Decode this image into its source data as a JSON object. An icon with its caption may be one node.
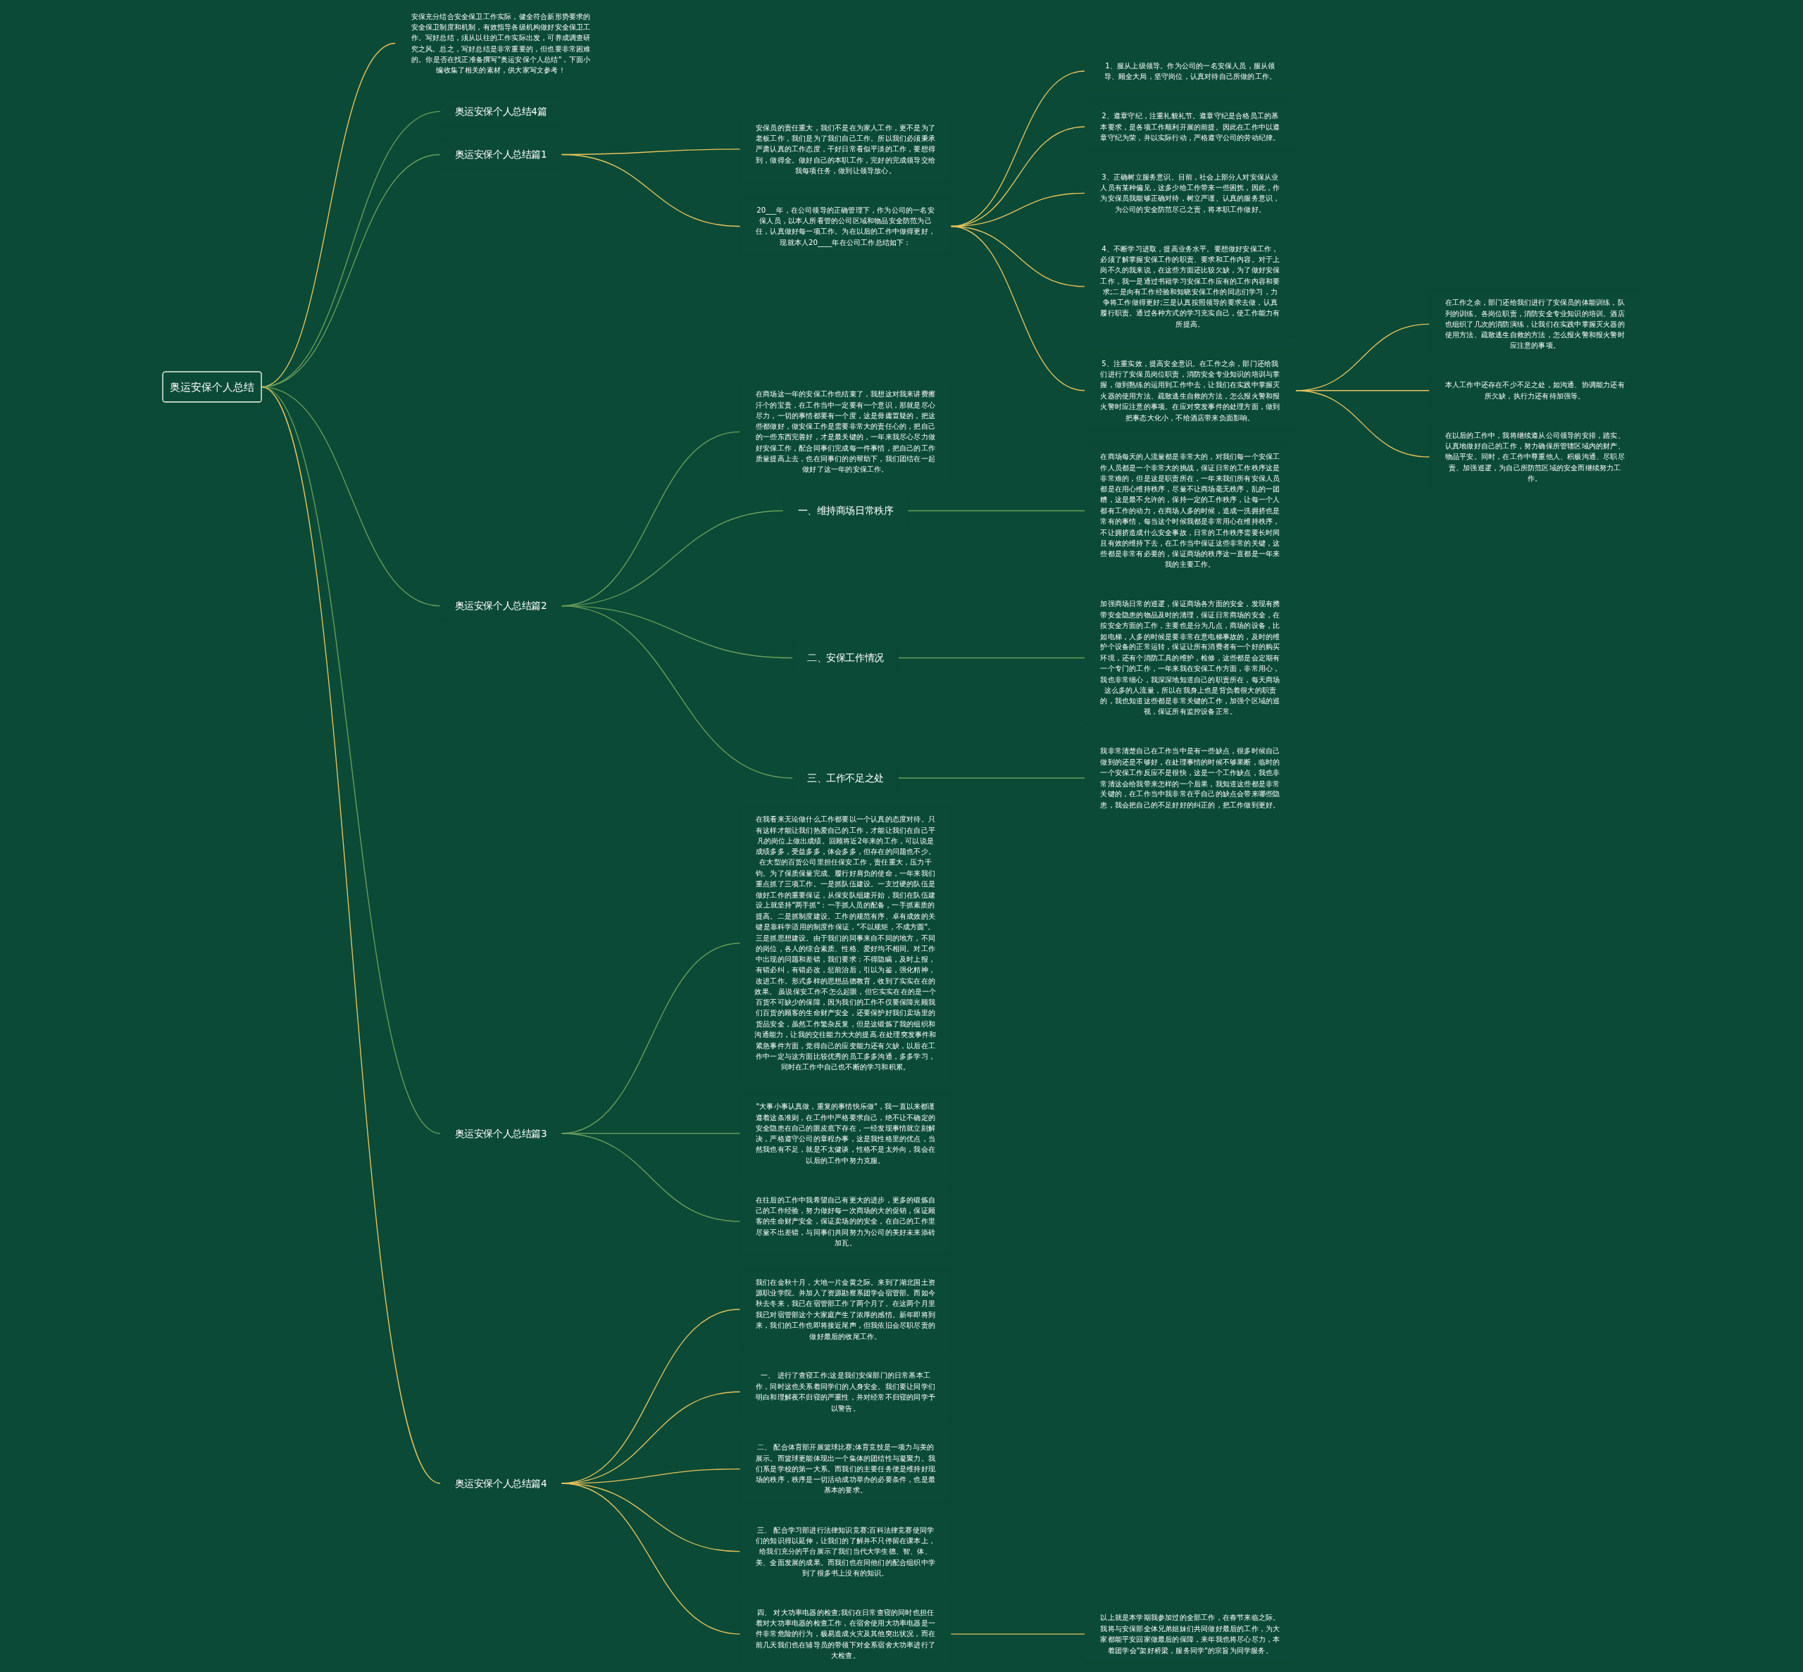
{
  "diagram": {
    "nodes": [
      {
        "text": [
          "奥运安保个人总结"
        ]
      },
      {
        "text": [
          "安保充分结合安全保卫工作实际，健全符合新形势要求的安全保卫制度和机制，有效指导各级机构做好安全保卫工作。写好总结，须从以往的工作实际出发，可养成调查研究之风。总之，写好总结是非常重要的，但也要非常困难的。你是否在找正准备撰写\"奥运安保个人总结\"，下面小编收集了相关的素材，供大家写文参考！"
        ]
      },
      {
        "text": [
          "奥运安保个人总结4篇"
        ]
      },
      {
        "text": [
          "奥运安保个人总结篇1"
        ]
      },
      {
        "text": [
          "安保员的责任重大，我们不是在为家人工作，更不是为了老板工作，我们是为了我们自己工作。所以我们必须秉承严肃认真的工作态度，干好日常看似平淡的工作，要想得到，做得全。做好自己的本职工作，完好的完成领导交给我每项任务，做到让领导放心。"
        ]
      },
      {
        "text": [
          "20___年，在公司领导的正确管理下，作为公司的一名安保人员，以本人所看管的公司区域和物品安全防范为己任，认真做好每一项工作。为在以后的工作中做得更好，现就本人20____年在公司工作总结如下："
        ]
      },
      {
        "text": [
          "1、服从上级领导。作为公司的一名安保人员，服从领导、顾全大局，坚守岗位，认真对待自己所做的工作。"
        ]
      },
      {
        "text": [
          "2、遵章守纪，注重礼貌礼节。遵章守纪是合格员工的基本要求，是各项工作顺利开展的前提。因此在工作中以遵章守纪为荣，并以实际行动，严格遵守公司的劳动纪律。"
        ]
      },
      {
        "text": [
          "3、正确树立服务意识。目前，社会上部分人对安保从业人员有某种偏见，这多少给工作带来一些困扰，因此，作为安保员我能够正确对待，树立严谨、认真的服务意识，为公司的安全防范尽己之责，将本职工作做好。"
        ]
      },
      {
        "text": [
          "4、不断学习进取，提高业务水平。要想做好安保工作，必须了解掌握安保工作的职责、要求和工作内容。对于上岗不久的我来说，在这些方面还比较欠缺，为了做好安保工作，我一是通过书籍学习安保工作应有的工作内容和要求;二是向有工作经验和知晓安保工作的同志们学习，力争将工作做得更好;三是认真按照领导的要求去做，认真履行职责。通过各种方式的学习充实自己，使工作能力有所提高。"
        ]
      },
      {
        "text": [
          "5、注重实效，提高安全意识。在工作之余，部门还给我们进行了安保员岗位职责，消防安全专业知识的培训与掌握，做到熟练的运用到工作中去，让我们在实践中掌握灭火器的使用方法、疏散逃生自救的方法，怎么报火警和报火警时应注意的事项。在应对突发事件的处理方面，做到把事态大化小，不给酒店带来负面影响。"
        ]
      },
      {
        "text": [
          "在工作之余，部门还给我们进行了安保员的体能训练，队列的训练。各岗位职责，消防安全专业知识的培训。酒店也组织了几次的消防演练，让我们在实践中掌握灭火器的使用方法、疏散逃生自救的方法，怎么报火警和报火警时应注意的事项。"
        ]
      },
      {
        "text": [
          "本人工作中还存在不少不足之处，如沟通、协调能力还有所欠缺，执行力还有待加强等。"
        ]
      },
      {
        "text": [
          "在以后的工作中，我将继续遵从公司领导的安排，踏实、认真地做好自己的工作，努力确保所管辖区域内的财产、物品平安。同时，在工作中尊重他人、积极沟通、尽职尽责、加强巡逻，为自己所防范区域的安全而继续努力工作。"
        ]
      },
      {
        "text": [
          "奥运安保个人总结篇2"
        ]
      },
      {
        "text": [
          "在商场这一年的安保工作也结束了，我想这对我来讲费擦汗个的宝贵，在工作当中一定要有一个意识，那就是尽心尽力，一切的事情都要有一个度，这是毋庸置疑的，把这些都做好，做安保工作是需要非常大的责任心的，把自己的一些东西完善好，才是最关键的，一年来我尽心尽力做好安保工作，配合同事们完成每一件事情，把自己的工作质量提高上去，也在同事们的的帮助下，我们团结在一起做好了这一年的安保工作。"
        ]
      },
      {
        "text": [
          "一、维持商场日常秩序"
        ]
      },
      {
        "text": [
          "在商场每天的人流量都是非常大的，对我们每一个安保工作人员都是一个非常大的挑战，保证日常的工作秩序这是非常难的，但是这是职责所在，一年来我们所有安保人员都是在用心维持秩序，尽量不让商场毫无秩序，乱的一团糟，这是最不允许的，保持一定的工作秩序，让每一个人都有工作的动力，在商场人多的时候，造成一洗拥挤也是常有的事情，每当这个时候我都是非常用心在维持秩序，不让拥挤造成什么安全事故，日常的工作秩序需要长时间且有效的维持下去，在工作当中保证这些非常的关键，这些都是非常有必要的，保证商场的秩序这一直都是一年来我的主要工作。"
        ]
      },
      {
        "text": [
          "二、安保工作情况"
        ]
      },
      {
        "text": [
          "加强商场日常的巡逻，保证商场各方面的安全，发现有携带安全隐患的物品及时的清理，保证日常商场的安全，在按安全方面的工作，主要也是分为几点，商场的设备，比如电梯，人多的时候是要非常在意电梯事故的，及时的维护个设备的正常运转，保证让所有消费者有一个好的购买环境，还有个消防工具的维护，检修，这些都是会定期有一个专门的工作，一年来我在安保工作方面，非常用心，我也非常细心，我深深地知道自己的职责所在，每天商场这么多的人流量，所以在我身上也是背负着很大的职责的，我也知道这些都是非常关键的工作，加强个区域的巡视，保证所有监控设备正常。"
        ]
      },
      {
        "text": [
          "三、工作不足之处"
        ]
      },
      {
        "text": [
          "我非常清楚自己在工作当中是有一些缺点，很多时候自己做到的还是不够好，在处理事情的时候不够果断，临时的一个安保工作反应不是很快，这是一个工作缺点，我也非常清这会给我带来怎样的一个后果，我知道这些都是非常关键的，在工作当中我非常在乎自己的缺点会带来哪些隐患，我会把自己的不足好好的纠正的，把工作做到更好。"
        ]
      },
      {
        "text": [
          "奥运安保个人总结篇3"
        ]
      },
      {
        "text": [
          "在我看来无论做什么工作都要以一个认真的态度对待。只有这样才能让我们热爱自己的工作，才能让我们在自己平凡的岗位上做出成绩。回顾将近2年来的工作，可以说是成绩多多，受益多多，体会多多，但存在的问题也不少。在大型的百货公司里担任保安工作，责任重大，压力千钧。为了保质保量完成、履行好肩负的使命，一年来我们重点抓了三项工作。一是抓队伍建设。一支过硬的队伍是做好工作的重要保证，从保安队组建开始，我们在队伍建设上就坚持\"两手抓\"：一手抓人员的配备，一手抓素质的提高。二是抓制度建设。工作的规范有序、卓有成效的关键是靠科学适用的制度作保证，\"不以规矩，不成方圆\"。三是抓思想建设。由于我们的同事来自不同的地方，不同的岗位，各人的综合素质、性格、爱好均不相同。对工作中出现的问题和差错，我们要求：不得隐瞒，及时上报，有错必纠，有错必改，惩前治后，引以为鉴，强化精神，改进工作。形式多样的思想品德教育，收到了实实在在的效果。 虽说保安工作不怎么起眼，但它实实在在的是一个百货不可缺少的保障，因为我们的工作不仅要保障光顾我们百货的顾客的生命财产安全，还要保护好我们卖场里的货品安全，虽然工作繁杂反复，但是这锻炼了我的组织和沟通能力，让我的交往能力大大的提高.在处理突发事件和紧急事件方面，觉得自己的应变能力还有欠缺，以后在工作中一定与这方面比较优秀的员工多多沟通，多多学习，同时在工作中自己也不断的学习和积累。"
        ]
      },
      {
        "text": [
          "\"大事小事认真做，重复的事情快乐做\"，我一直以来都谨遵着这条准则，在工作中严格要求自己，绝不让不确定的安全隐患在自己的眼皮底下存在，一经发现事情就立刻解决，严格遵守公司的章程办事，这是我性格里的优点，当然我也有不足，就是不太健谈，性格不是太外向，我会在以后的工作中努力克服。"
        ]
      },
      {
        "text": [
          "在往后的工作中我希望自己有更大的进步，更多的锻炼自己的工作经验，努力做好每一次商场的大的促销，保证顾客的生命财产安全，保证卖场的的安全，在自己的工作里尽量不出差错，与同事们共同努力为公司的美好未来添砖加瓦。"
        ]
      },
      {
        "text": [
          "奥运安保个人总结篇4"
        ]
      },
      {
        "text": [
          "我们在金秋十月，大地一片金黄之际。来到了湖北国土资源职业学院。并加入了资源勘察系团学会宿管部。而如今秋去冬来，我已在宿管部工作了两个月了。在这两个月里我已对宿管部这个大家庭产生了浓厚的感情。新年即将到来，我们的工作也即将接近尾声，但我依旧会尽职尽责的做好最后的收尾工作。"
        ]
      },
      {
        "text": [
          "一、 进行了查寝工作;这是我们安保部门的日常基本工作，同时这也关系着同学们的人身安全。我们要让同学们明白和理解夜不归寝的严重性，并对经常不归寝的同学予以警告。"
        ]
      },
      {
        "text": [
          "二、 配合体育部开展篮球比赛;体育竞技是一项力与美的展示。而篮球更能体现出一个集体的团结性与凝聚力。我们系是学校的第一大系。而我们的主要任务便是维持好现场的秩序，秩序是一切活动成功举办的必要条件，也是最基本的要求。"
        ]
      },
      {
        "text": [
          "三、 配合学习部进行法律知识竞赛;百科法律竞赛使同学们的知识得以延伸，让我们的了解并不只停留在课本上，给我们充分的平台展示了我们当代大学生德、智、体、美、全面发展的成果。而我们也在同他们的配合组织中学到了很多书上没有的知识。"
        ]
      },
      {
        "text": [
          "四、 对大功率电器的检查;我们在日常查寝的同时也担任着对大功率电器的检查工作，在宿舍使用大功率电器是一件非常危险的行为，极易造成火灾及其他突出状况，而在前几天我们也在辅导员的带领下对全系宿舍大功率进行了大检查。"
        ]
      },
      {
        "text": [
          "以上就是本学期我参加过的全部工作，在春节来临之际。我将与安保部全体兄弟姐妹们共同做好最后的工作，为大家都能平安回家做最后的保障，来年我也将尽心尽力，本着团学会\"架好桥梁，服务同学\"的宗旨为同学服务。"
        ]
      }
    ],
    "edges": [
      {
        "from": 0,
        "to": 1,
        "arrow": "none",
        "color": "#e8c45c"
      },
      {
        "from": 0,
        "to": 2,
        "arrow": "none",
        "color": "#6a9e5a"
      },
      {
        "from": 0,
        "to": 3,
        "arrow": "none",
        "color": "#6a9e5a"
      },
      {
        "from": 3,
        "to": 4,
        "arrow": "none",
        "color": "#e8c45c"
      },
      {
        "from": 3,
        "to": 5,
        "arrow": "none",
        "color": "#e8c45c"
      },
      {
        "from": 5,
        "to": 6,
        "arrow": "none",
        "color": "#e8c45c"
      },
      {
        "from": 5,
        "to": 7,
        "arrow": "none",
        "color": "#e8c45c"
      },
      {
        "from": 5,
        "to": 8,
        "arrow": "none",
        "color": "#e8c45c"
      },
      {
        "from": 5,
        "to": 9,
        "arrow": "none",
        "color": "#e8c45c"
      },
      {
        "from": 5,
        "to": 10,
        "arrow": "none",
        "color": "#e8c45c"
      },
      {
        "from": 10,
        "to": 11,
        "arrow": "none",
        "color": "#e8c45c"
      },
      {
        "from": 10,
        "to": 12,
        "arrow": "none",
        "color": "#e8c45c"
      },
      {
        "from": 10,
        "to": 13,
        "arrow": "none",
        "color": "#e8c45c"
      },
      {
        "from": 0,
        "to": 14,
        "arrow": "none",
        "color": "#6a9e5a"
      },
      {
        "from": 14,
        "to": 15,
        "arrow": "none",
        "color": "#6a9e5a"
      },
      {
        "from": 14,
        "to": 16,
        "arrow": "none",
        "color": "#6a9e5a"
      },
      {
        "from": 16,
        "to": 17,
        "arrow": "none",
        "color": "#6a9e5a"
      },
      {
        "from": 14,
        "to": 18,
        "arrow": "none",
        "color": "#6a9e5a"
      },
      {
        "from": 18,
        "to": 19,
        "arrow": "none",
        "color": "#6a9e5a"
      },
      {
        "from": 14,
        "to": 20,
        "arrow": "none",
        "color": "#6a9e5a"
      },
      {
        "from": 20,
        "to": 21,
        "arrow": "none",
        "color": "#6a9e5a"
      },
      {
        "from": 0,
        "to": 22,
        "arrow": "none",
        "color": "#6a9e5a"
      },
      {
        "from": 22,
        "to": 23,
        "arrow": "none",
        "color": "#6a9e5a"
      },
      {
        "from": 22,
        "to": 24,
        "arrow": "none",
        "color": "#6a9e5a"
      },
      {
        "from": 22,
        "to": 25,
        "arrow": "none",
        "color": "#6a9e5a"
      },
      {
        "from": 0,
        "to": 26,
        "arrow": "none"
      },
      {
        "from": 26,
        "to": 27,
        "arrow": "none",
        "color": "#e8c45c"
      },
      {
        "from": 26,
        "to": 28,
        "arrow": "none",
        "color": "#e8c45c"
      },
      {
        "from": 26,
        "to": 29,
        "arrow": "none",
        "color": "#e8c45c"
      },
      {
        "from": 26,
        "to": 30,
        "arrow": "none",
        "color": "#e8c45c"
      },
      {
        "from": 26,
        "to": 31,
        "arrow": "none",
        "color": "#e8c45c"
      },
      {
        "from": 31,
        "to": 32,
        "arrow": "none",
        "color": "#e8c45c"
      }
    ]
  }
}
